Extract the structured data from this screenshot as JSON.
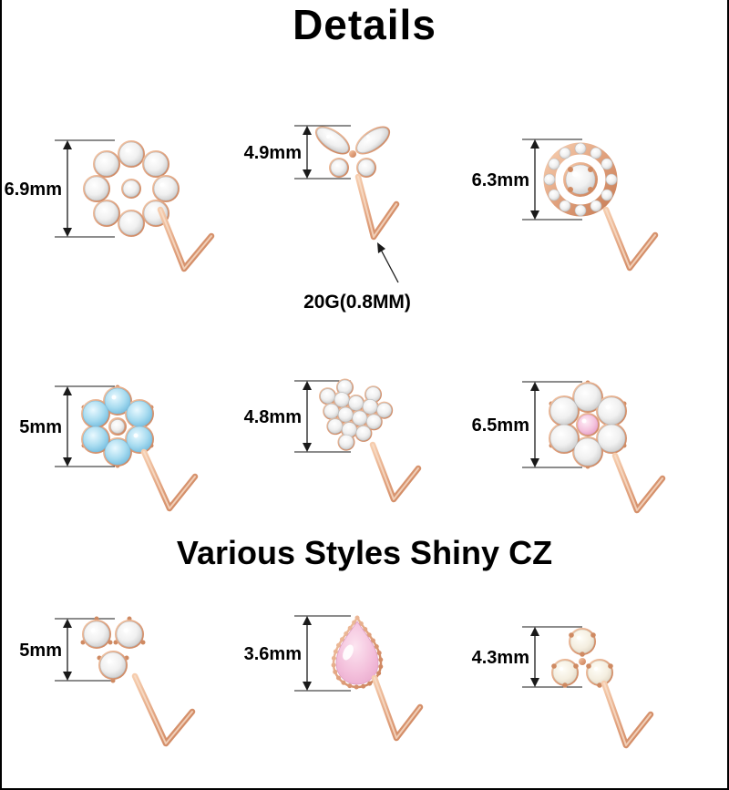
{
  "page": {
    "title": "Details",
    "subtitle": "Various Styles Shiny CZ",
    "gauge_note": "20G(0.8MM)"
  },
  "colors": {
    "rose_gold": "#e0a07c",
    "rose_gold_light": "#f6cdae",
    "rose_gold_dark": "#c97f58",
    "cz_white": "#f0f0f0",
    "cz_blue": "#a9dcf0",
    "cz_pink": "#f4c3dd",
    "opal_white": "#f4eee0",
    "text": "#000000"
  },
  "items": [
    {
      "name": "flower-cz-stud",
      "size": "6.9mm"
    },
    {
      "name": "butterfly-cz-stud",
      "size": "4.9mm"
    },
    {
      "name": "halo-round-cz-stud",
      "size": "6.3mm"
    },
    {
      "name": "blue-flower-cz-stud",
      "size": "5mm"
    },
    {
      "name": "heart-pave-cz-stud",
      "size": "4.8mm"
    },
    {
      "name": "flower-pink-center-cz-stud",
      "size": "6.5mm"
    },
    {
      "name": "trio-cluster-cz-stud",
      "size": "5mm"
    },
    {
      "name": "pink-teardrop-cz-stud",
      "size": "3.6mm"
    },
    {
      "name": "opal-trinity-stud",
      "size": "4.3mm"
    }
  ]
}
